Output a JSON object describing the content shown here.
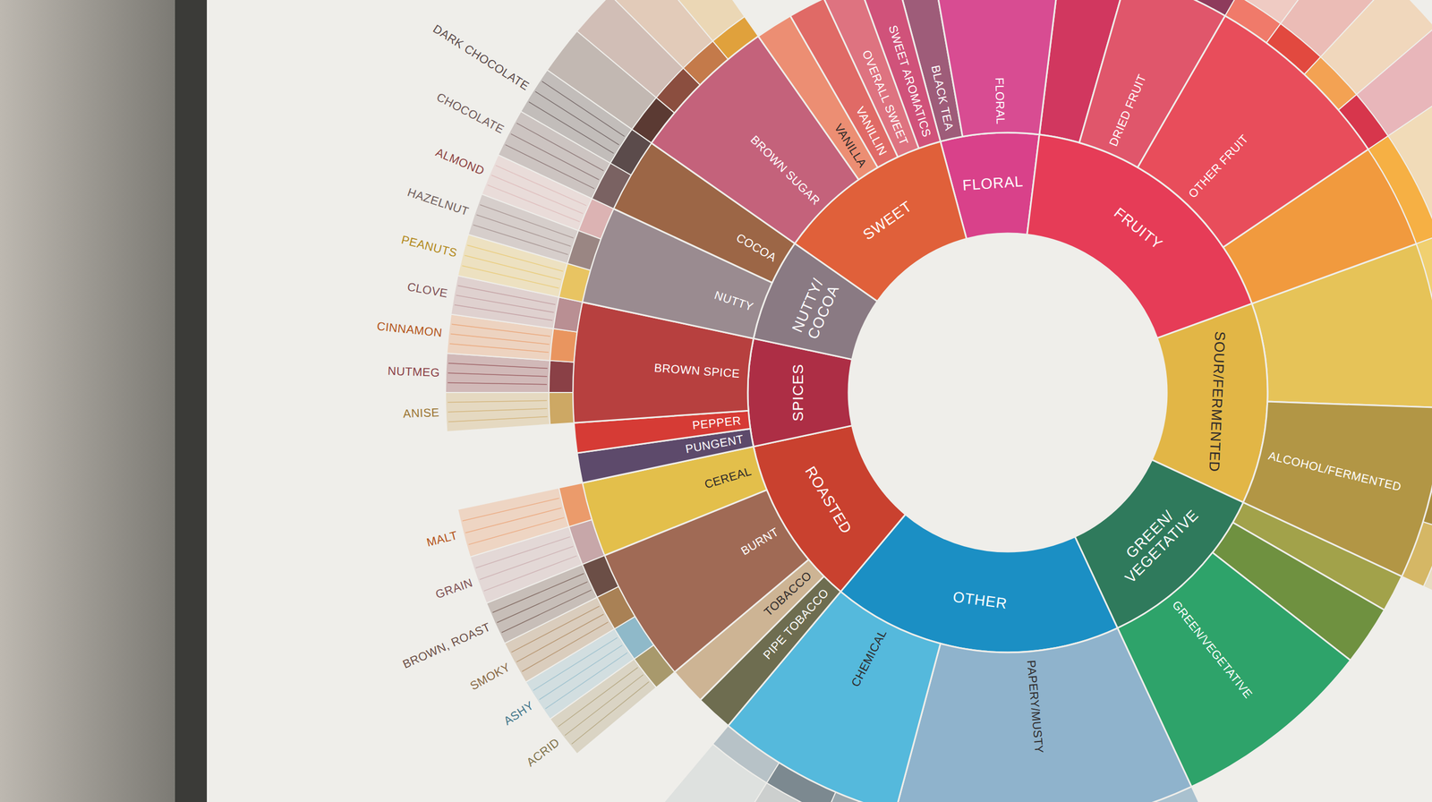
{
  "diagram": {
    "nodes": [
      {
        "text": [
          "FLORAL"
        ]
      },
      {
        "text": [
          "FRUITY"
        ]
      },
      {
        "text": [
          "SOUR/FERMENTED"
        ]
      },
      {
        "text": [
          "GREEN/ VEGETATIVE"
        ]
      },
      {
        "text": [
          "OTHER"
        ]
      },
      {
        "text": [
          "ROASTED"
        ]
      },
      {
        "text": [
          "SPICES"
        ]
      },
      {
        "text": [
          "NUTTY/ COCOA"
        ]
      },
      {
        "text": [
          "SWEET"
        ]
      },
      {
        "text": [
          "BLACK TEA"
        ]
      },
      {
        "text": [
          "FLORAL"
        ]
      },
      {
        "text": [
          "DRIED FRUIT"
        ]
      },
      {
        "text": [
          "OTHER FRUIT"
        ]
      },
      {
        "text": [
          "ALCOHOL/FERMENTED"
        ]
      },
      {
        "text": [
          "GREEN/VEGETATIVE"
        ]
      },
      {
        "text": [
          "PAPERY/MUSTY"
        ]
      },
      {
        "text": [
          "CHEMICAL"
        ]
      },
      {
        "text": [
          "PIPE TOBACCO"
        ]
      },
      {
        "text": [
          "TOBACCO"
        ]
      },
      {
        "text": [
          "BURNT"
        ]
      },
      {
        "text": [
          "CEREAL"
        ]
      },
      {
        "text": [
          "PUNGENT"
        ]
      },
      {
        "text": [
          "PEPPER"
        ]
      },
      {
        "text": [
          "BROWN SPICE"
        ]
      },
      {
        "text": [
          "NUTTY"
        ]
      },
      {
        "text": [
          "COCOA"
        ]
      },
      {
        "text": [
          "BROWN SUGAR"
        ]
      },
      {
        "text": [
          "VANILLA"
        ]
      },
      {
        "text": [
          "VANILLIN"
        ]
      },
      {
        "text": [
          "OVERALL SWEET"
        ]
      },
      {
        "text": [
          "SWEET AROMATICS"
        ]
      },
      {
        "text": [
          "ACRID"
        ]
      },
      {
        "text": [
          "ASHY"
        ]
      },
      {
        "text": [
          "SMOKY"
        ]
      },
      {
        "text": [
          "BROWN, ROAST"
        ]
      },
      {
        "text": [
          "GRAIN"
        ]
      },
      {
        "text": [
          "MALT"
        ]
      },
      {
        "text": [
          "ANISE"
        ]
      },
      {
        "text": [
          "NUTMEG"
        ]
      },
      {
        "text": [
          "CINNAMON"
        ]
      },
      {
        "text": [
          "CLOVE"
        ]
      },
      {
        "text": [
          "PEANUTS"
        ]
      },
      {
        "text": [
          "HAZELNUT"
        ]
      },
      {
        "text": [
          "ALMOND"
        ]
      },
      {
        "text": [
          "CHOCOLATE"
        ]
      },
      {
        "text": [
          "DARK CHOCOLATE"
        ]
      }
    ]
  }
}
